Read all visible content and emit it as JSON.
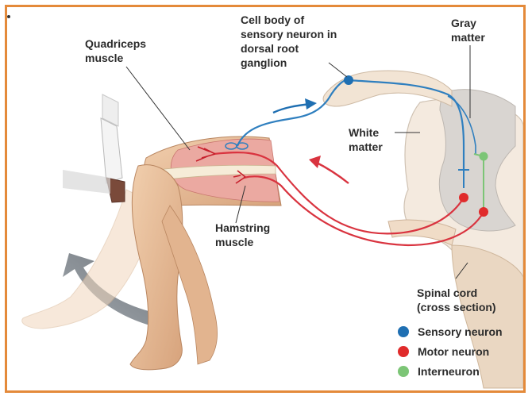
{
  "labels": {
    "quadriceps": "Quadriceps\nmuscle",
    "cell_body": "Cell body of\nsensory neuron in\ndorsal root\nganglion",
    "gray_matter": "Gray\nmatter",
    "white_matter": "White\nmatter",
    "hamstring": "Hamstring\nmuscle",
    "spinal_cord": "Spinal cord\n(cross section)"
  },
  "legend": [
    {
      "label": "Sensory neuron",
      "color": "#1f6fb2"
    },
    {
      "label": "Motor neuron",
      "color": "#e02b2b"
    },
    {
      "label": "Interneuron",
      "color": "#7cc576"
    }
  ],
  "colors": {
    "frame": "#e48a3a",
    "sensory": "#2f7fbf",
    "motor": "#d9333f",
    "inter": "#7cc576",
    "gray_matter": "#d8d4d0",
    "white_matter": "#f3e8dc",
    "skin": "#e8bf9a",
    "muscle": "#e9a7a0"
  }
}
